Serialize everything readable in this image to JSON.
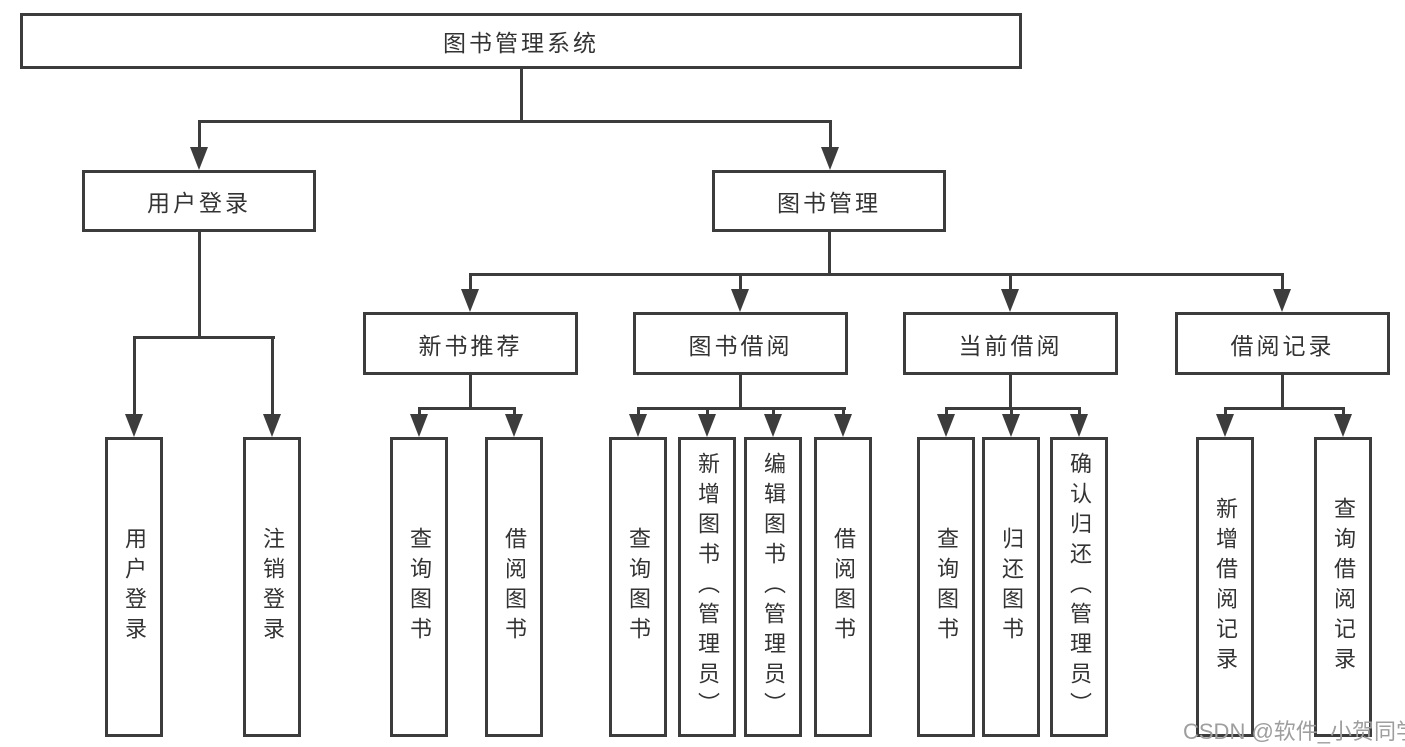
{
  "tree": {
    "root": {
      "label": "图书管理系统"
    },
    "branches": [
      {
        "label": "用户登录",
        "leaves": [
          "用户登录",
          "注销登录"
        ]
      },
      {
        "label": "图书管理",
        "groups": [
          {
            "label": "新书推荐",
            "leaves": [
              "查询图书",
              "借阅图书"
            ]
          },
          {
            "label": "图书借阅",
            "leaves": [
              "查询图书",
              "新增图书（管理员）",
              "编辑图书（管理员）",
              "借阅图书"
            ]
          },
          {
            "label": "当前借阅",
            "leaves": [
              "查询图书",
              "归还图书",
              "确认归还（管理员）"
            ]
          },
          {
            "label": "借阅记录",
            "leaves": [
              "新增借阅记录",
              "查询借阅记录"
            ]
          }
        ]
      }
    ]
  },
  "watermark": "CSDN @软件_小贺同学",
  "colors": {
    "line": "#3c3c3c",
    "text": "#333333",
    "watermark": "#9e9e9e",
    "background": "#ffffff"
  }
}
